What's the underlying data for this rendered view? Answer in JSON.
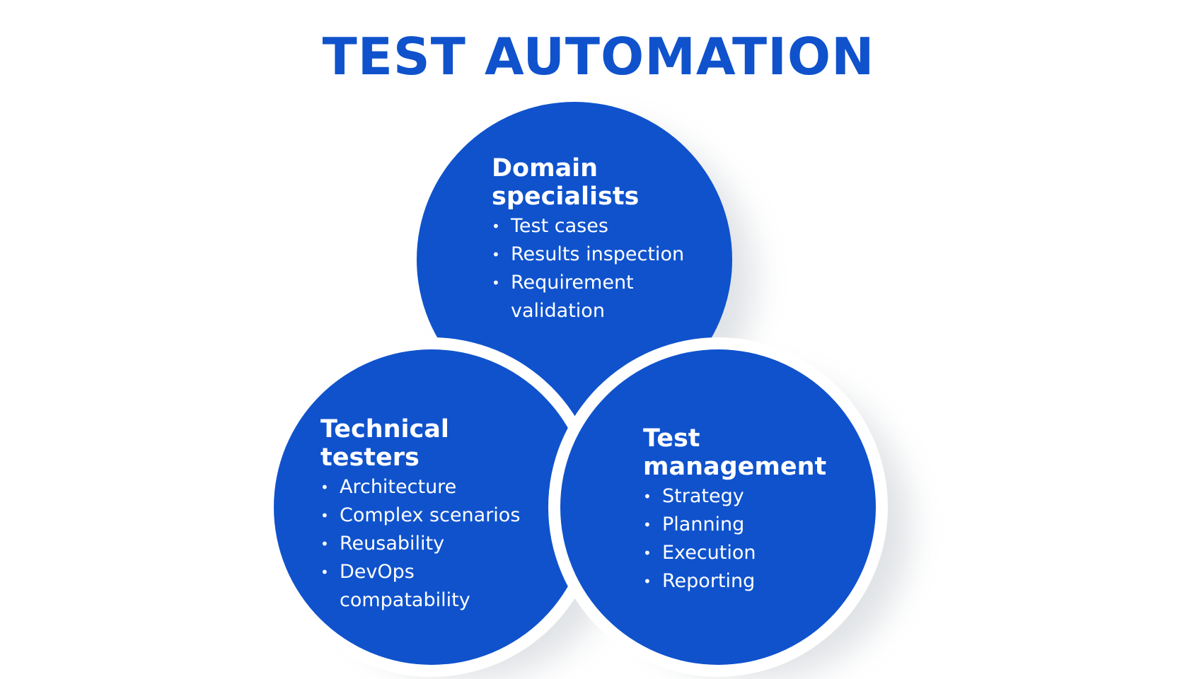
{
  "title": "TEST AUTOMATION",
  "colors": {
    "primary": "#0F52CC",
    "title": "#0F52CC",
    "text_on_primary": "#FFFFFF",
    "background": "#FFFFFF"
  },
  "circles": [
    {
      "heading": "Domain\nspecialists",
      "items": [
        "Test cases",
        "Results inspection",
        "Requirement\nvalidation"
      ]
    },
    {
      "heading": "Technical\ntesters",
      "items": [
        "Architecture",
        "Complex scenarios",
        "Reusability",
        "DevOps\ncompatability"
      ]
    },
    {
      "heading": "Test\nmanagement",
      "items": [
        "Strategy",
        "Planning",
        "Execution",
        "Reporting"
      ]
    }
  ],
  "bullet_glyph": "•"
}
